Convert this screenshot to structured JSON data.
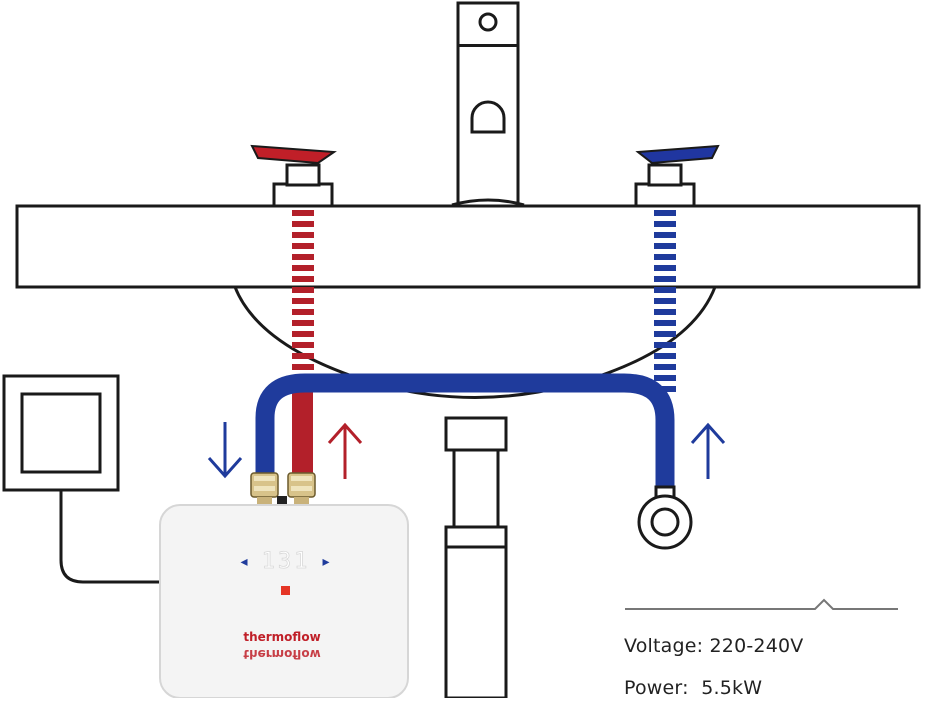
{
  "heater": {
    "display_value": "131",
    "brand_name": "thermoflow",
    "arrow_left": "◂",
    "arrow_right": "▸"
  },
  "specs": {
    "voltage_label": "Voltage: 220-240V",
    "power_label": "Power:  5.5kW"
  },
  "colors": {
    "hot_pipe": "#b3202a",
    "cold_pipe": "#1f3b9c",
    "outline": "#1a1a1a",
    "heater_body": "#f4f4f4",
    "display_digits": "#ffffff",
    "indicator_led": "#e53525"
  }
}
